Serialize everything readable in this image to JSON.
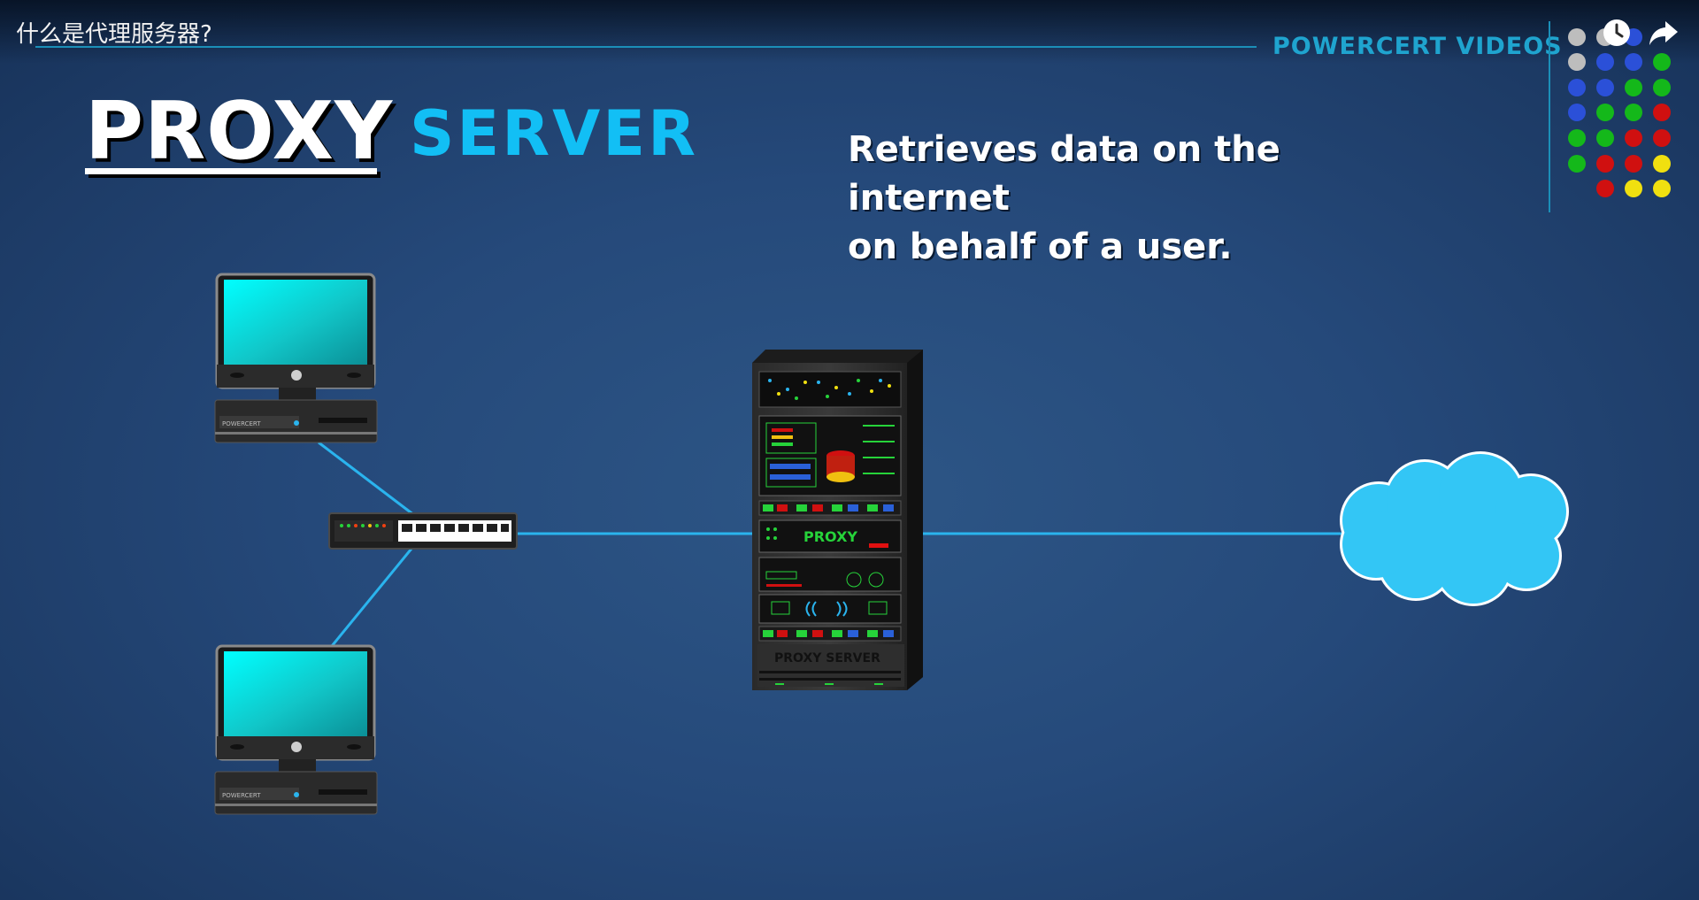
{
  "video": {
    "title": "什么是代理服务器?",
    "channel": "POWERCERT VIDEOS"
  },
  "controls": {
    "watch_later_icon": "clock-icon",
    "share_icon": "share-arrow-icon"
  },
  "slide": {
    "heading_main": "PROXY",
    "heading_sub": "SERVER",
    "description_line1": "Retrieves data on the internet",
    "description_line2": "on behalf of a user."
  },
  "diagram": {
    "server_label": "PROXY SERVER",
    "server_panel_label": "PROXY",
    "computer_brand": "POWERCERT"
  },
  "colors": {
    "accent": "#12bff5",
    "cable": "#2ab4ee",
    "cloud": "#33c6f5",
    "brand_line": "#1b8fb8"
  }
}
